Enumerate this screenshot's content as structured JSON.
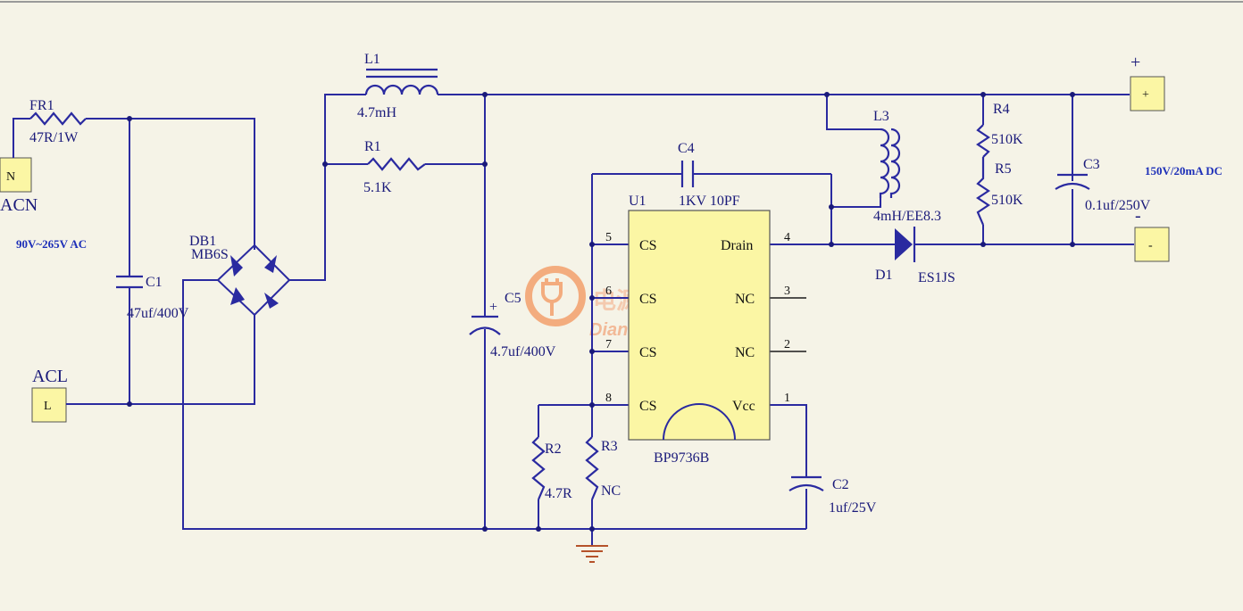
{
  "terminals": {
    "n": "N",
    "l": "L",
    "plus": "+",
    "minus": "-"
  },
  "net_labels": {
    "acn": "ACN",
    "acl": "ACL",
    "ac_input": "90V~265V AC",
    "dc_output": "150V/20mA DC",
    "out_plus": "+",
    "out_minus": "-"
  },
  "components": {
    "fr1": {
      "ref": "FR1",
      "value": "47R/1W"
    },
    "c1": {
      "ref": "C1",
      "value": "47uf/400V"
    },
    "db1": {
      "ref": "DB1",
      "value": "MB6S"
    },
    "l1": {
      "ref": "L1",
      "value": "4.7mH"
    },
    "r1": {
      "ref": "R1",
      "value": "5.1K"
    },
    "c5": {
      "ref": "C5",
      "value": "4.7uf/400V",
      "polarity": "+"
    },
    "c4": {
      "ref": "C4",
      "value": "1KV 10PF"
    },
    "u1": {
      "ref": "U1",
      "value": "BP9736B"
    },
    "l3": {
      "ref": "L3",
      "value": "4mH/EE8.3"
    },
    "d1": {
      "ref": "D1",
      "value": "ES1JS"
    },
    "r4": {
      "ref": "R4",
      "value": "510K"
    },
    "r5": {
      "ref": "R5",
      "value": "510K"
    },
    "c3": {
      "ref": "C3",
      "value": "0.1uf/250V"
    },
    "r2": {
      "ref": "R2",
      "value": "4.7R"
    },
    "r3": {
      "ref": "R3",
      "value": "NC"
    },
    "c2": {
      "ref": "C2",
      "value": "1uf/25V"
    }
  },
  "u1_pins": {
    "p5": {
      "num": "5",
      "name": "CS"
    },
    "p6": {
      "num": "6",
      "name": "CS"
    },
    "p7": {
      "num": "7",
      "name": "CS"
    },
    "p8": {
      "num": "8",
      "name": "CS"
    },
    "p4": {
      "num": "4",
      "name": "Drain"
    },
    "p3": {
      "num": "3",
      "name": "NC"
    },
    "p2": {
      "num": "2",
      "name": "NC"
    },
    "p1": {
      "num": "1",
      "name": "Vcc"
    }
  },
  "watermark": {
    "cn": "电源网",
    "en": "DianYuan.com"
  },
  "colors": {
    "wire": "#2a2aa0",
    "terminal": "#fbf6a4",
    "chip": "#fbf6a4",
    "watermark": "#f08a4b"
  }
}
